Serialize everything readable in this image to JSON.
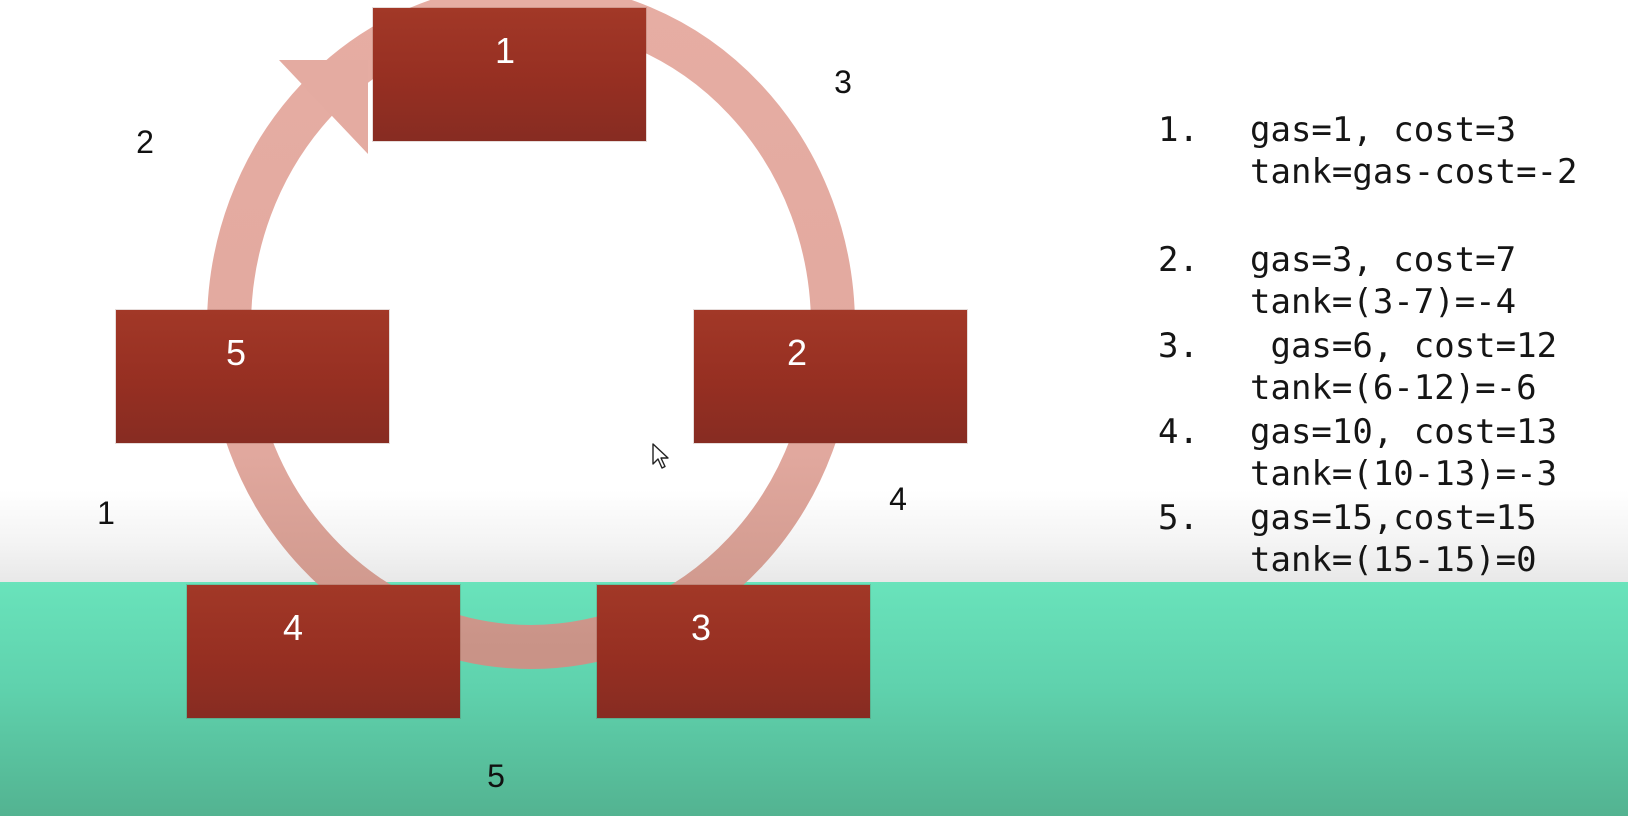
{
  "stations": [
    {
      "label": "1"
    },
    {
      "label": "2"
    },
    {
      "label": "3"
    },
    {
      "label": "4"
    },
    {
      "label": "5"
    }
  ],
  "gap_labels": [
    "3",
    "4",
    "5",
    "1",
    "2"
  ],
  "notes": [
    {
      "number": "1.",
      "line1": "gas=1, cost=3",
      "line2": "tank=gas-cost=-2"
    },
    {
      "number": "2.",
      "line1": "gas=3, cost=7",
      "line2": "tank=(3-7)=-4"
    },
    {
      "number": "3.",
      "line1": " gas=6, cost=12",
      "line2": "tank=(6-12)=-6"
    },
    {
      "number": "4.",
      "line1": "gas=10, cost=13",
      "line2": "tank=(10-13)=-3"
    },
    {
      "number": "5.",
      "line1": "gas=15,cost=15",
      "line2": "tank=(15-15)=0"
    }
  ],
  "colors": {
    "station_fill": "#9a3325",
    "ring": "#e4aba1",
    "ring_lower": "#c99387",
    "teal": "#5fd2ad"
  },
  "icons": [
    "mouse-cursor-icon"
  ]
}
